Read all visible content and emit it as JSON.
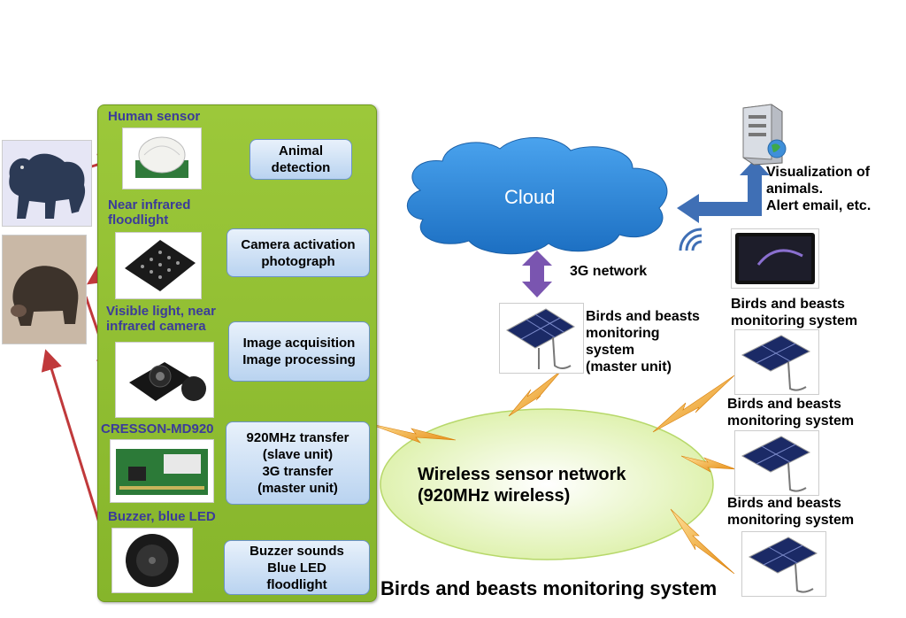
{
  "sensor_panel": {
    "human_sensor": "Human sensor",
    "nir_floodlight_line1": "Near infrared",
    "nir_floodlight_line2": "floodlight",
    "camera_line1": "Visible light, near",
    "camera_line2": "infrared camera",
    "board": "CRESSON-MD920",
    "buzzer": "Buzzer, blue LED"
  },
  "steps": [
    {
      "line1": "Animal",
      "line2": "detection"
    },
    {
      "line1": "Camera activation",
      "line2": "photograph"
    },
    {
      "line1": "Image acquisition",
      "line2": "Image processing"
    },
    {
      "line1": "920MHz transfer",
      "line2": "(slave unit)",
      "line3": "3G transfer",
      "line4": "(master unit)"
    },
    {
      "line1": "Buzzer sounds",
      "line2": "Blue LED",
      "line3": "floodlight"
    }
  ],
  "network": {
    "cloud": "Cloud",
    "link_3g": "3G network",
    "wsn_line1": "Wireless sensor network",
    "wsn_line2": "(920MHz wireless)",
    "visualization_line1": "Visualization of",
    "visualization_line2": "animals.",
    "visualization_line3": "Alert email, etc."
  },
  "units": {
    "master_line1": "Birds and beasts",
    "master_line2": "monitoring",
    "master_line3": "system",
    "master_line4": "(master unit)",
    "tablet_line1": "Birds and beasts",
    "tablet_line2": "monitoring system",
    "slave1_line1": "Birds and beasts",
    "slave1_line2": "monitoring system",
    "slave2_line1": "Birds and beasts",
    "slave2_line2": "monitoring system"
  },
  "caption": "Birds and beasts monitoring system",
  "colors": {
    "panel": "#8cbc30",
    "step_border": "#6b93c9",
    "arrow_blue": "#3f6fb5",
    "arrow_purple": "#7a55b0",
    "cloud": "#2d86d9",
    "wsn_fill": "#eaf6c2",
    "red_arrow": "#c0393b",
    "lightning": "#f0a020"
  },
  "icons": [
    "bear-icon",
    "boar-icon",
    "pir-sensor-icon",
    "led-array-icon",
    "camera-icon",
    "circuit-board-icon",
    "buzzer-icon",
    "server-icon",
    "globe-icon",
    "tablet-icon",
    "wifi-icon",
    "solar-panel-icon",
    "lightning-icon"
  ]
}
